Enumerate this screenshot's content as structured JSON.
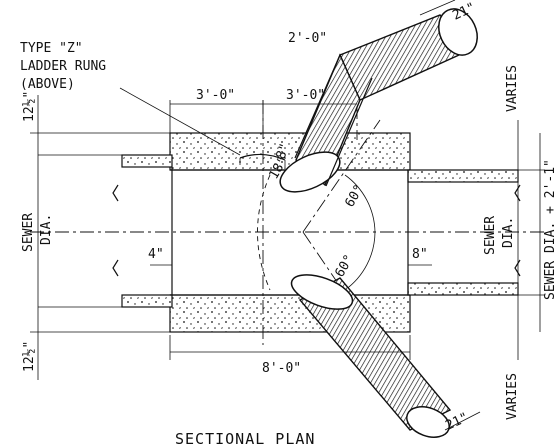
{
  "drawing": {
    "title": "SECTIONAL PLAN",
    "callout": {
      "line1": "TYPE \"Z\"",
      "line2": "LADDER RUNG",
      "line3": "(ABOVE)"
    },
    "dims": {
      "left_width": "3'-0\"",
      "right_width": "3'-0\"",
      "overall_length": "8'-0\"",
      "pipe_dia_top": "2'-0\"",
      "pipe_wall_top": "21\"",
      "pipe_wall_bottom": "21\"",
      "rung_offset": "8\"",
      "rung_clear": "18\"",
      "angle_top": "60°",
      "angle_bottom": "60°",
      "left_wall": "4\"",
      "right_wall": "8\"",
      "slab_top": "12½\"",
      "slab_bottom": "12½\"",
      "varies_top": "VARIES",
      "varies_bottom": "VARIES",
      "sewer_left": "SEWER",
      "sewer_left_2": "DIA.",
      "sewer_right": "SEWER",
      "sewer_right_2": "DIA.",
      "overall_height": "SEWER DIA. + 2'-1\""
    }
  }
}
